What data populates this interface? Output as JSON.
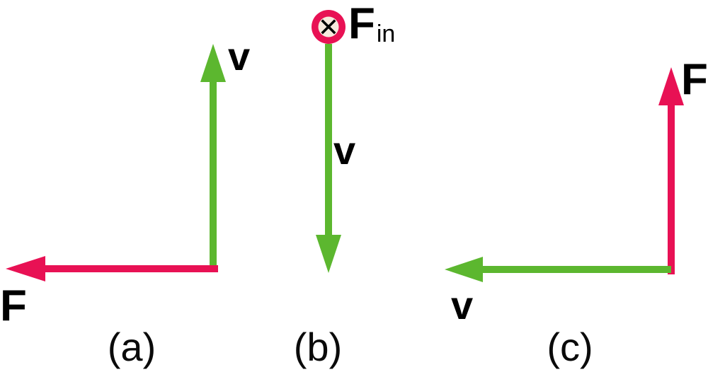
{
  "colors": {
    "force": "#e81154",
    "velocity": "#5cb72f",
    "into_page_face": "#f6e9dd",
    "label_text": "#000000",
    "background": "#ffffff"
  },
  "panels": {
    "a": {
      "caption": "(a)",
      "velocity_label": "v",
      "velocity_direction": "up",
      "force_label": "F",
      "force_direction": "left"
    },
    "b": {
      "caption": "(b)",
      "force_label": "F",
      "force_subscript": "in",
      "force_direction": "into page",
      "into_page_mark": "✕",
      "velocity_label": "v",
      "velocity_direction": "down"
    },
    "c": {
      "caption": "(c)",
      "force_label": "F",
      "force_direction": "up",
      "velocity_label": "v",
      "velocity_direction": "left"
    }
  }
}
